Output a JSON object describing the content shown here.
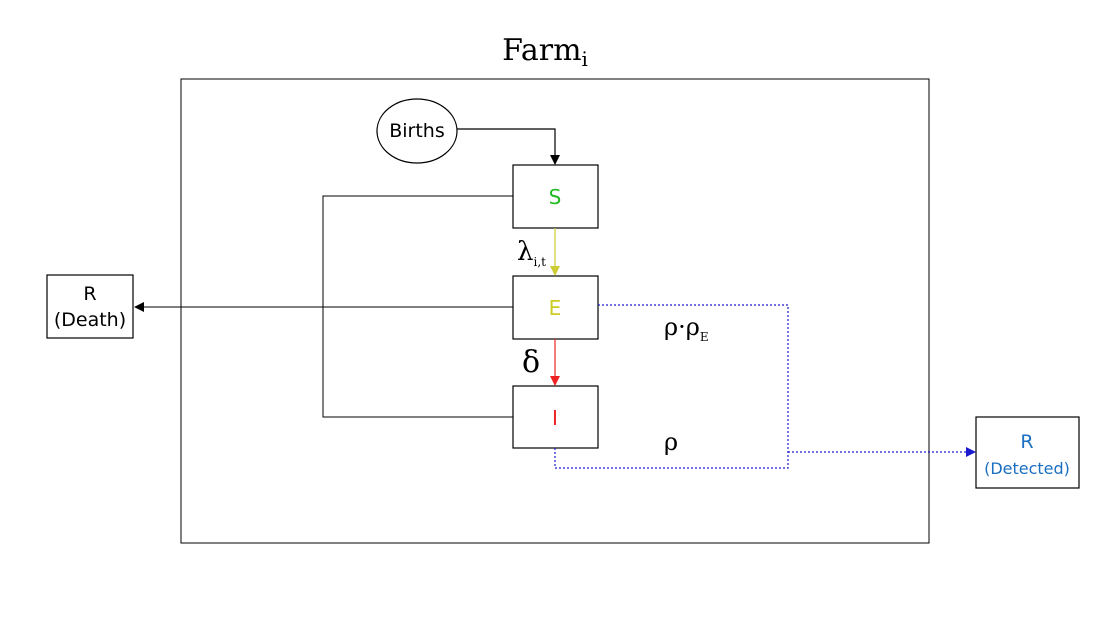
{
  "title": {
    "main": "Farm",
    "subscript": "i"
  },
  "births": {
    "label": "Births"
  },
  "compartments": {
    "s": {
      "label": "S",
      "color": "#22bb22"
    },
    "e": {
      "label": "E",
      "color": "#cccc22"
    },
    "i": {
      "label": "I",
      "color": "#ee2222"
    }
  },
  "death_box": {
    "line1": "R",
    "line2": "(Death)"
  },
  "detected_box": {
    "line1": "R",
    "line2": "(Detected)",
    "color": "#1a6fc0"
  },
  "rates": {
    "lambda": {
      "symbol": "λ",
      "subscript": "i,t"
    },
    "delta": {
      "symbol": "δ"
    },
    "rho_e": {
      "symbol": "ρ·ρ",
      "subscript": "E"
    },
    "rho": {
      "symbol": "ρ"
    }
  },
  "colors": {
    "arrow_s_to_e": "#cccc33",
    "arrow_e_to_i": "#ee2222",
    "detection_path": "#1a1acc",
    "stroke": "#000000"
  }
}
